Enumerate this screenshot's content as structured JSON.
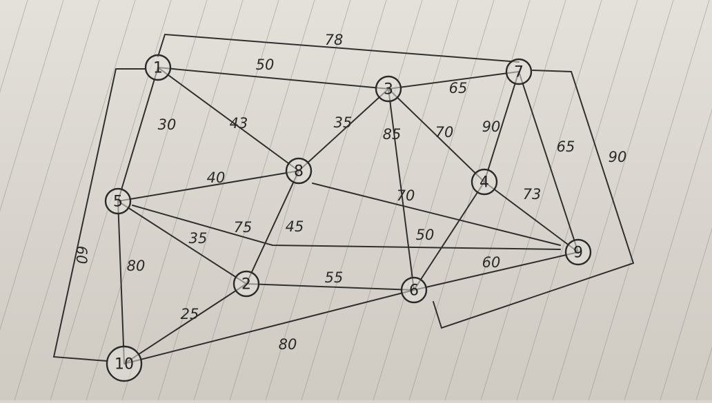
{
  "diagram": {
    "nodes": [
      {
        "id": "1",
        "label": "1"
      },
      {
        "id": "2",
        "label": "2"
      },
      {
        "id": "3",
        "label": "3"
      },
      {
        "id": "4",
        "label": "4"
      },
      {
        "id": "5",
        "label": "5"
      },
      {
        "id": "6",
        "label": "6"
      },
      {
        "id": "7",
        "label": "7"
      },
      {
        "id": "8",
        "label": "8"
      },
      {
        "id": "9",
        "label": "9"
      },
      {
        "id": "10",
        "label": "10"
      }
    ],
    "edges": [
      {
        "from": "1",
        "to": "7",
        "weight": "78"
      },
      {
        "from": "1",
        "to": "3",
        "weight": "50"
      },
      {
        "from": "1",
        "to": "5",
        "weight": "30"
      },
      {
        "from": "1",
        "to": "8",
        "weight": "43"
      },
      {
        "from": "1",
        "to": "10",
        "weight": "60"
      },
      {
        "from": "3",
        "to": "7",
        "weight": "65"
      },
      {
        "from": "3",
        "to": "8",
        "weight": "35"
      },
      {
        "from": "3",
        "to": "6",
        "weight": "85"
      },
      {
        "from": "3",
        "to": "4",
        "weight": "70"
      },
      {
        "from": "7",
        "to": "4",
        "weight": "90"
      },
      {
        "from": "7",
        "to": "9",
        "weight": "65"
      },
      {
        "from": "7",
        "to": "6",
        "weight": "90"
      },
      {
        "from": "5",
        "to": "8",
        "weight": "40"
      },
      {
        "from": "8",
        "to": "9",
        "weight": "70"
      },
      {
        "from": "5",
        "to": "9",
        "weight": "75"
      },
      {
        "from": "5",
        "to": "2",
        "weight": "35"
      },
      {
        "from": "8",
        "to": "2",
        "weight": "45"
      },
      {
        "from": "4",
        "to": "9",
        "weight": "73"
      },
      {
        "from": "4",
        "to": "6",
        "weight": "50"
      },
      {
        "from": "5",
        "to": "10",
        "weight": "80"
      },
      {
        "from": "2",
        "to": "6",
        "weight": "55"
      },
      {
        "from": "6",
        "to": "9",
        "weight": "60"
      },
      {
        "from": "2",
        "to": "10",
        "weight": "25"
      },
      {
        "from": "6",
        "to": "10",
        "weight": "80"
      }
    ]
  }
}
